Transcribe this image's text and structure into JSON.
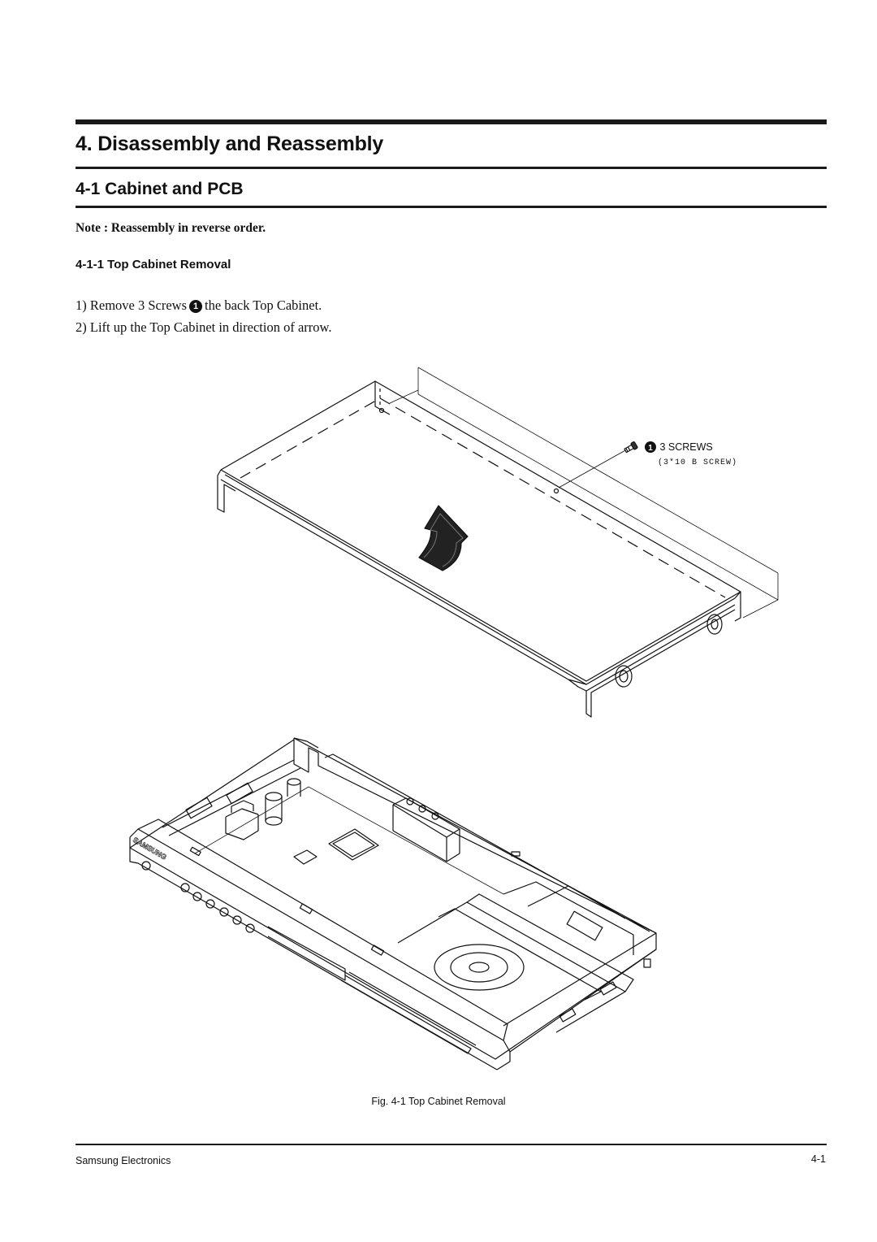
{
  "header": {
    "chapter_title": "4. Disassembly and Reassembly",
    "section_title": "4-1 Cabinet and PCB",
    "note": "Note : Reassembly in reverse order.",
    "subsection_title": "4-1-1 Top Cabinet Removal"
  },
  "steps": [
    {
      "num": "1)",
      "before": "Remove 3 Screws",
      "marker": "1",
      "after": "the back Top Cabinet."
    },
    {
      "num": "2)",
      "text": "Lift up the Top Cabinet in direction of arrow."
    }
  ],
  "figure": {
    "callout_marker": "1",
    "callout_label": "3 SCREWS",
    "callout_spec": "(3*10 B SCREW)",
    "brand_mark": "SAMSUNG",
    "caption": "Fig. 4-1 Top Cabinet Removal"
  },
  "footer": {
    "left": "Samsung Electronics",
    "right": "4-1"
  }
}
